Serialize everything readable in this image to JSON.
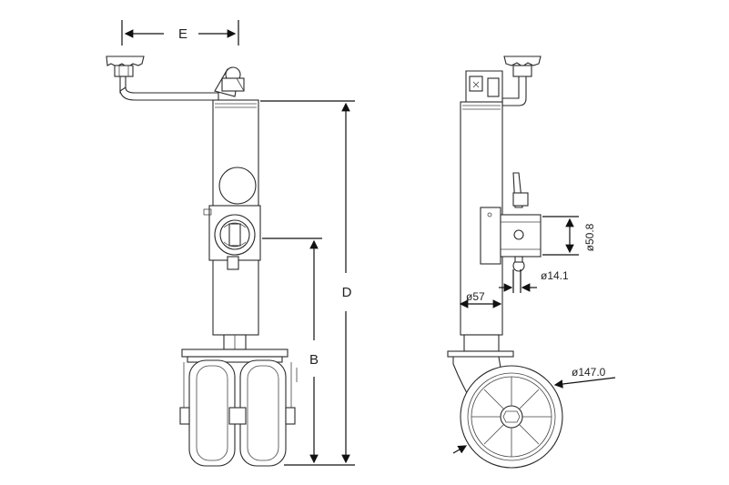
{
  "dimensions": {
    "e_label": "E",
    "d_label": "D",
    "b_label": "B",
    "tube_diameter": "ø57",
    "clamp_diameter": "ø50.8",
    "pin_diameter": "ø14.1",
    "wheel_diameter": "ø147.0"
  }
}
